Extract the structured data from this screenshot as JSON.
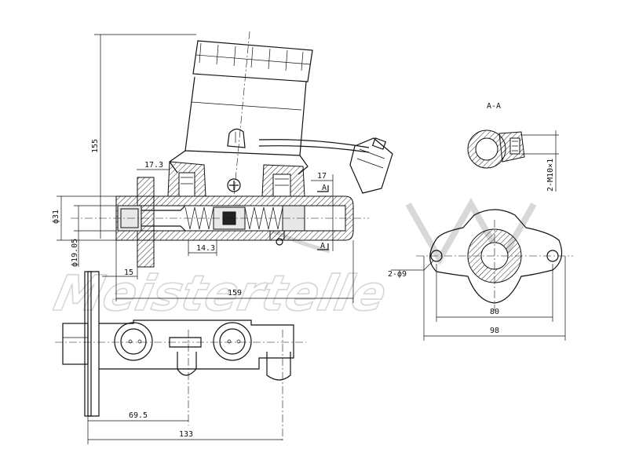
{
  "drawing": {
    "watermark": "Meistertelle",
    "section_label": "A-A",
    "section_mark": "A",
    "dimensions": {
      "height_total": "155",
      "top_offset": "17.3",
      "bore_dia": "ф31",
      "port_dia": "ф19.05",
      "flange_width": "15",
      "body_length": "159",
      "inner_gap": "14.3",
      "port_offset": "17",
      "thread": "2-M10×1",
      "holes": "2-ф9",
      "hole_spacing": "80",
      "flange_length": "98",
      "port_spacing": "69.5",
      "overall_length": "133"
    }
  }
}
